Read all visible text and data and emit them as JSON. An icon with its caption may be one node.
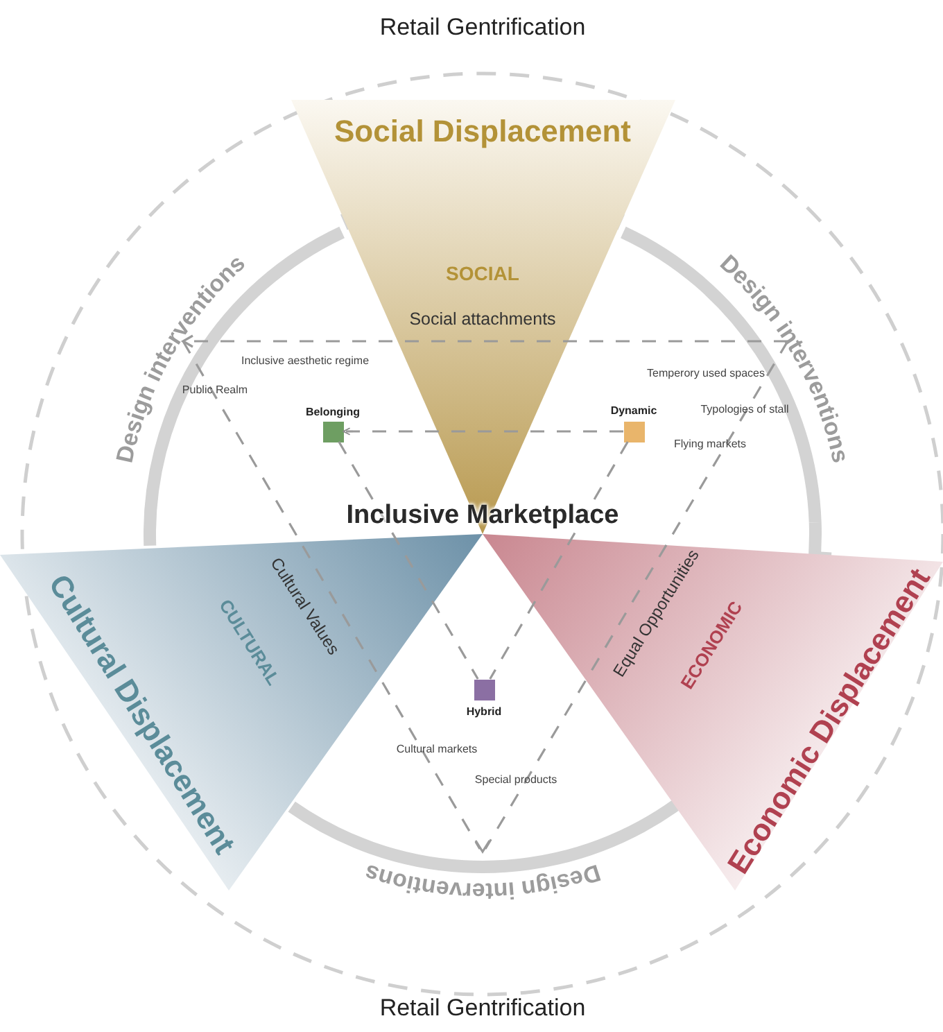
{
  "diagram": {
    "nodes": [
      {
        "text": [],
        "shape": "box",
        "beside": [
          "Belonging"
        ]
      },
      {
        "text": [],
        "shape": "box",
        "beside": [
          "Dynamic"
        ]
      },
      {
        "text": [],
        "shape": "box",
        "beside": [
          "Hybrid"
        ]
      }
    ],
    "edges": [
      {
        "from": 1,
        "to": 0,
        "arrow": "to",
        "style": "dashed"
      },
      {
        "from": 0,
        "to": 2,
        "arrow": "none",
        "style": "dashed"
      },
      {
        "from": 1,
        "to": 2,
        "arrow": "none",
        "style": "dashed"
      }
    ],
    "labels": [
      "Retail Gentrification",
      "Social Displacement",
      "Design interventions",
      "Design interventions",
      "SOCIAL",
      "Social attachments",
      "Inclusive aesthetic regime",
      "Public Realm",
      "Temperory used spaces",
      "Typologies of stall",
      "Flying markets",
      "Inclusive Marketplace",
      "Cultural Values",
      "CULTURAL",
      "Equal Opportunities",
      "ECONOMIC",
      "Cultural Displacement",
      "Economic Displacement",
      "Cultural markets",
      "Special products",
      "Design interventions",
      "Retail Gentrification"
    ]
  }
}
